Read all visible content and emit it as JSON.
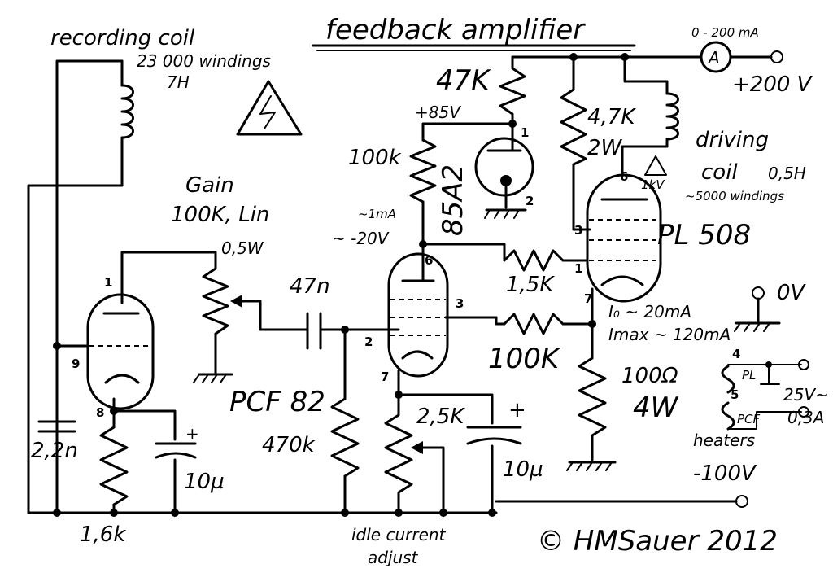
{
  "title": "feedback amplifier",
  "recording_coil": {
    "label": "recording coil",
    "windings": "23 000 windings",
    "inductance": "7H"
  },
  "driving_coil": {
    "label_1": "driving",
    "label_2": "coil",
    "inductance": "0,5H",
    "windings": "~5000 windings"
  },
  "ammeter": {
    "range": "0 - 200 mA",
    "symbol": "A"
  },
  "supply": {
    "plus": "+200 V",
    "zero": "0V",
    "minus": "-100V",
    "reg": "+85V"
  },
  "hv_warning": "1kV",
  "gain_pot": {
    "label_1": "Gain",
    "label_2": "100K, Lin",
    "power": "0,5W"
  },
  "components": {
    "r47k": "47K",
    "r47k2": "4,7K",
    "r47k2_power": "2W",
    "r100k_top": "100k",
    "reg_tube": "85A2",
    "approx_current": "~1mA",
    "approx_voltage": "~ -20V",
    "r1k5": "1,5K",
    "r100k_fb": "100K",
    "pl508": "PL 508",
    "i0": "I₀ ~ 20mA",
    "imax": "Imax ~ 120mA",
    "r100": "100Ω",
    "r100_power": "4W",
    "c47n": "47n",
    "pcf82": "PCF 82",
    "r470k": "470k",
    "pot2k5": "2,5K",
    "c10u_a": "10µ",
    "c10u_b": "10µ",
    "c2n2": "2,2n",
    "r1k6": "1,6k"
  },
  "pins": [
    "1",
    "2",
    "3",
    "6",
    "7",
    "8",
    "9",
    "4",
    "5"
  ],
  "heaters": {
    "label": "heaters",
    "voltage": "25V~",
    "current": "0,3A",
    "pl": "PL",
    "pcf": "PCF"
  },
  "idle": {
    "line1": "idle current",
    "line2": "adjust"
  },
  "copyright": "© HMSauer 2012"
}
